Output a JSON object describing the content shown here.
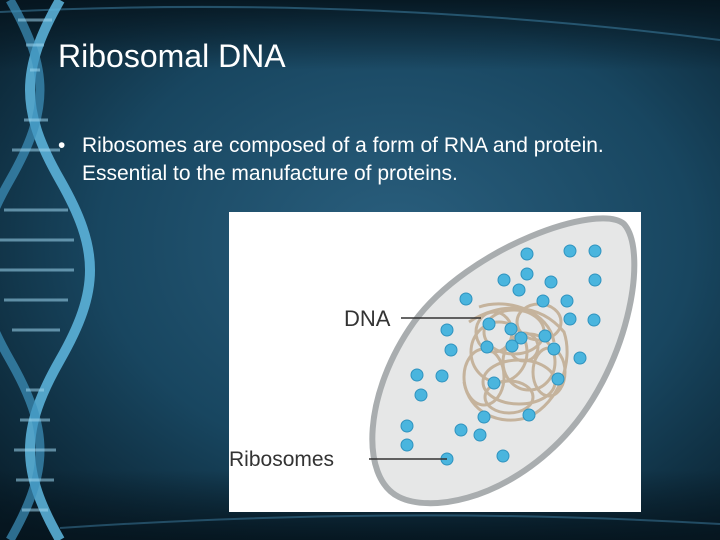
{
  "slide": {
    "title": "Ribosomal DNA",
    "bullets": [
      "Ribosomes are composed of a form of RNA and protein. Essential to the manufacture of proteins."
    ]
  },
  "figure": {
    "labels": {
      "dna": "DNA",
      "ribosomes": "Ribosomes"
    },
    "icons": [
      "dna-helix-icon",
      "ribosome-dot-icon",
      "dna-coil-icon"
    ],
    "colors": {
      "cell_fill": "#e6e7e7",
      "cell_stroke": "#a9adaf",
      "dna_coil": "#c4b199",
      "ribosome": "#4ab5de",
      "background": "#0d2a3c"
    }
  }
}
